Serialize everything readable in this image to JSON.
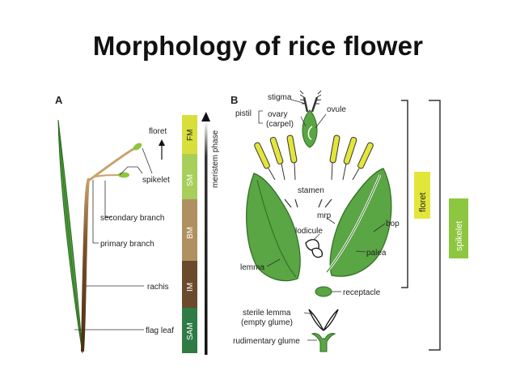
{
  "slide": {
    "title": "Morphology of rice flower"
  },
  "panel_a": {
    "letter": "A",
    "labels": {
      "floret": "floret",
      "spikelet": "spikelet",
      "secondary_branch": "secondary branch",
      "primary_branch": "primary branch",
      "rachis": "rachis",
      "flag_leaf": "flag leaf"
    },
    "phases": [
      "FM",
      "SM",
      "BM",
      "IM",
      "SAM"
    ],
    "phase_colors": [
      "#d8df3a",
      "#a7cf5a",
      "#b09060",
      "#6b4a2b",
      "#2f7a45"
    ],
    "axis_label": "meristem phase"
  },
  "panel_b": {
    "letter": "B",
    "labels": {
      "stigma": "stigma",
      "pistil": "pistil",
      "ovary": "ovary",
      "carpel": "(carpel)",
      "ovule": "ovule",
      "stamen": "stamen",
      "mrp": "mrp",
      "bop": "bop",
      "lodicule": "lodicule",
      "lemma": "lemma",
      "palea": "palea",
      "receptacle": "receptacle",
      "sterile_lemma": "sterile lemma",
      "empty_glume": "(empty glume)",
      "rudimentary_glume": "rudimentary glume"
    },
    "bracket_labels": {
      "floret": "floret",
      "spikelet": "spikelet"
    },
    "colors": {
      "green": "#5aa544",
      "yellow": "#e3e63a",
      "lime": "#8dc63f"
    }
  }
}
